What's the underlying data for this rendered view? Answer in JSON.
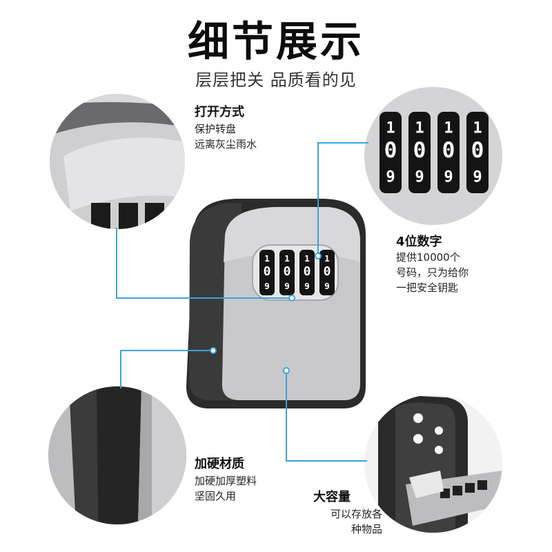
{
  "header": {
    "title": "细节展示",
    "subtitle": "层层把关 品质看的见"
  },
  "features": [
    {
      "title": "打开方式",
      "lines": [
        "保护转盘",
        "远离灰尘雨水"
      ]
    },
    {
      "title": "4位数字",
      "lines": [
        "提供10000个",
        "号码，只为给你",
        "一把安全钥匙"
      ]
    },
    {
      "title": "加硬材质",
      "lines": [
        "加硬加厚塑料",
        "坚固久用"
      ]
    },
    {
      "title": "大容量",
      "lines": [
        "可以存放各",
        "种物品"
      ]
    }
  ],
  "dial": {
    "digits": [
      "1",
      "0",
      "9"
    ]
  },
  "colors": {
    "accent_line": "#3aa4d8",
    "body_dark": "#2b2b2b",
    "face_gray": "#c9c9cb"
  }
}
